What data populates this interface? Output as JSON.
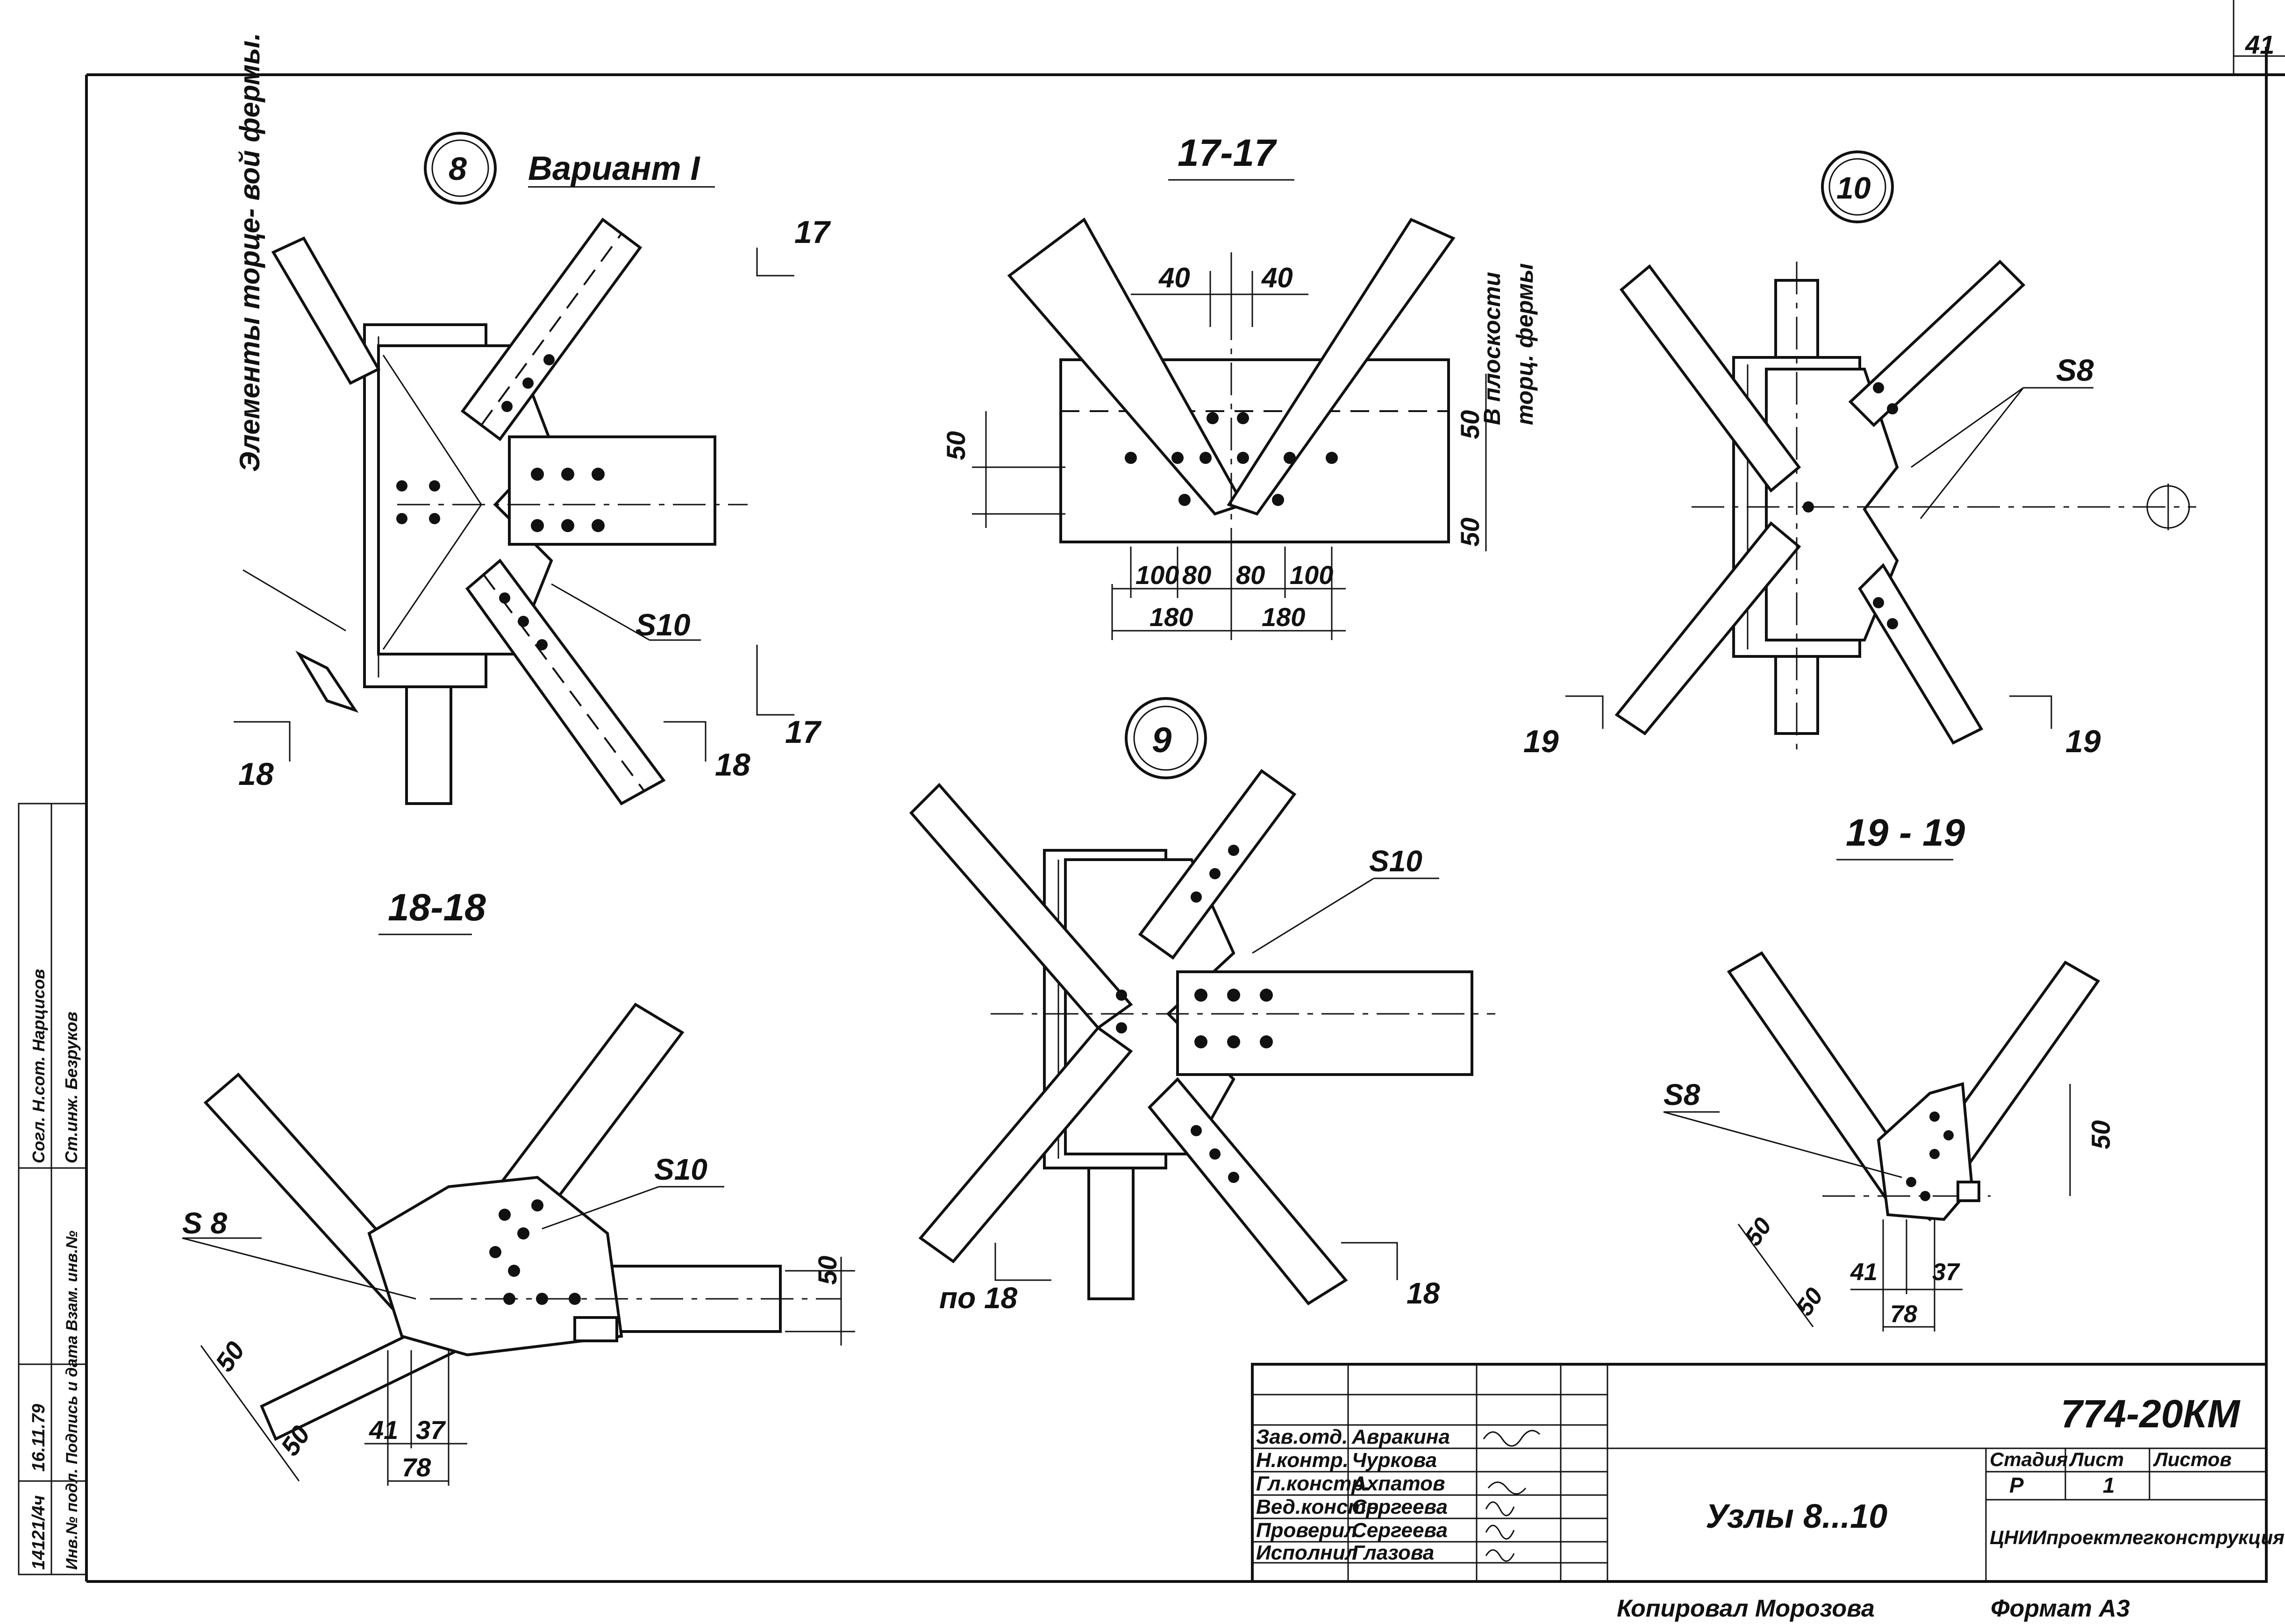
{
  "sheet": {
    "number": "41"
  },
  "node8": {
    "number": "8",
    "variant": "Вариант I",
    "section_top": "17",
    "section_bottom": "17",
    "section_left": "18",
    "section_right": "18",
    "plate": "S10",
    "note": "Элементы торце- вой фермы."
  },
  "section_17": {
    "title": "17-17",
    "dims_top": [
      "40",
      "40"
    ],
    "dims_bottom_1": [
      "100",
      "80",
      "80",
      "100"
    ],
    "dims_bottom_2": [
      "180",
      "180"
    ],
    "dims_left": "50",
    "dims_right": [
      "50",
      "50"
    ],
    "note_line1": "В плоскости",
    "note_line2": "торц. фермы"
  },
  "node10": {
    "number": "10",
    "plate": "S8",
    "section_left": "19",
    "section_right": "19"
  },
  "section_18": {
    "title": "18-18",
    "plate_a": "S10",
    "plate_b": "S 8",
    "dims": [
      "50",
      "50",
      "41",
      "37",
      "78",
      "50"
    ]
  },
  "node9": {
    "number": "9",
    "plate": "S10",
    "section_left": "по 18",
    "section_right": "18"
  },
  "section_19": {
    "title": "19 - 19",
    "plate": "S8",
    "dims": [
      "50",
      "50",
      "50",
      "41",
      "37",
      "78"
    ]
  },
  "title_block": {
    "code": "774-20КМ",
    "name": "Узлы 8...10",
    "org": "ЦНИИпроектлегконструкция",
    "stage_header": "Стадия",
    "sheet_header": "Лист",
    "sheets_header": "Листов",
    "stage": "Р",
    "sheet": "1",
    "sheets": "",
    "rows": [
      {
        "role": "Зав.отд.",
        "name": "Авракина"
      },
      {
        "role": "Н.контр.",
        "name": "Чуркова"
      },
      {
        "role": "Гл.констр.",
        "name": "Ахпатов"
      },
      {
        "role": "Вед.констр.",
        "name": "Сергеева"
      },
      {
        "role": "Проверил",
        "name": "Сергеева"
      },
      {
        "role": "Исполнил",
        "name": "Глазова"
      }
    ]
  },
  "footer": {
    "copied": "Копировал Морозова",
    "format": "Формат А3"
  },
  "side_stamp": {
    "line1": "Инв.№ подл.  Подпись и дата  Взам. инв.№",
    "line2": "Согл. Н.сот.  Нарцисов",
    "line3": "Ст.инж. Безруков",
    "num": "14121/4ч",
    "date": "16.11.79"
  }
}
